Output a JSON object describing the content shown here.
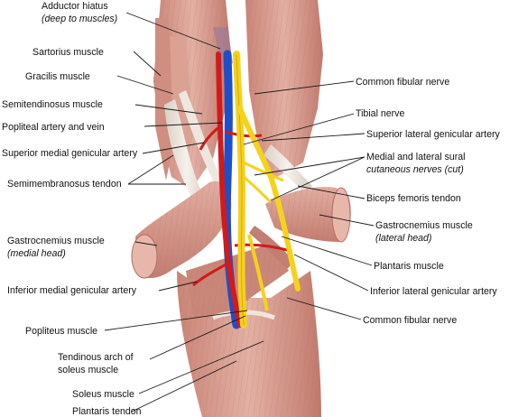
{
  "figure": {
    "background": "#ffffff",
    "colors": {
      "muscle": "#d9a195",
      "muscle_dark": "#b86f62",
      "muscle_light": "#f0c8bd",
      "tendon": "#ece4dc",
      "artery": "#d11a1a",
      "vein": "#1f4fc8",
      "nerve": "#f5d21c",
      "nerve_dark": "#d9a800"
    },
    "labels_left": [
      {
        "line1": "Adductor hiatus",
        "line2": "(deep to muscles)"
      },
      {
        "line1": "Sartorius muscle"
      },
      {
        "line1": "Gracilis muscle"
      },
      {
        "line1": "Semitendinosus muscle"
      },
      {
        "line1": "Popliteal artery and vein"
      },
      {
        "line1": "Superior medial genicular artery"
      },
      {
        "line1": "Semimembranosus tendon"
      },
      {
        "line1": "Gastrocnemius muscle",
        "line2": "(medial head)"
      },
      {
        "line1": "Inferior medial genicular artery"
      },
      {
        "line1": "Popliteus muscle"
      },
      {
        "line1": "Tendinous arch of",
        "line2": "soleus muscle"
      },
      {
        "line1": "Soleus muscle"
      },
      {
        "line1": "Plantaris tendon"
      }
    ],
    "labels_right": [
      {
        "line1": "Common fibular nerve"
      },
      {
        "line1": "Tibial nerve"
      },
      {
        "line1": "Superior lateral genicular artery"
      },
      {
        "line1": "Medial and lateral sural",
        "line2": "cutaneous nerves (cut)"
      },
      {
        "line1": "Biceps femoris tendon"
      },
      {
        "line1": "Gastrocnemius muscle",
        "line2": "(lateral head)"
      },
      {
        "line1": "Plantaris muscle"
      },
      {
        "line1": "Inferior lateral genicular artery"
      },
      {
        "line1": "Common fibular nerve"
      }
    ]
  }
}
